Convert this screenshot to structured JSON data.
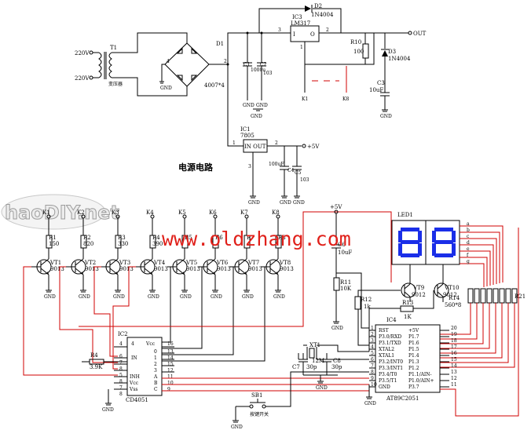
{
  "power_section": {
    "title": "电源电路",
    "ac_in_top": "220V",
    "ac_in_bottom": "220V",
    "transformer_ref": "T1",
    "transformer_name": "变压器",
    "bridge_ref": "D1",
    "bridge_part": "4007*4",
    "bridge_pin_2": "2",
    "bridge_pin_4": "4",
    "bridge_gnd": "GND",
    "c1": "C1",
    "c1_val": "1000u",
    "c2": "C2",
    "c2_val": "103",
    "diode_d2": "D2",
    "diode_d2_part": "1N4004",
    "reg_lm317_ref": "IC3",
    "reg_lm317_part": "LM317",
    "lm317_pin1": "1",
    "lm317_pin3": "3",
    "lm317_pin2": "2",
    "lm317_i": "I",
    "lm317_o": "O",
    "out_label": "OUT",
    "r10": "R10",
    "r10_val": "100",
    "diode_d3": "D3",
    "diode_d3_part": "1N4004",
    "c3": "C3",
    "c3_val": "10uF",
    "k1": "K1",
    "k8": "K8",
    "gnd_labels": [
      "GND",
      "GND",
      "GND",
      "GND"
    ],
    "ic1_ref": "IC1",
    "ic1_part": "7805",
    "ic1_in_out": "IN OUT",
    "ic1_pin1": "1",
    "ic1_pin2": "2",
    "ic1_pin3": "3",
    "plus5v": "+5V",
    "c4": "C4",
    "c4_val": "100uF",
    "c5": "C5",
    "c5_val": "103",
    "gnd_bottom": [
      "GND",
      "GND",
      "GND"
    ]
  },
  "watermark": {
    "logo": "haoDIY.net",
    "url": "www.oldzhang.com"
  },
  "relay_outputs": {
    "k_labels": [
      "K1",
      "K2",
      "K3",
      "K4",
      "K5",
      "K6",
      "K7",
      "K8"
    ],
    "r_labels": [
      "R1",
      "R2",
      "R3",
      "R4",
      "R5",
      "R6",
      "R7",
      "R8"
    ],
    "r_values": [
      "150",
      "820",
      "330",
      "390",
      "",
      "",
      "",
      ""
    ],
    "vt_labels": [
      "VT1",
      "VT2",
      "VT3",
      "VT4",
      "VT5",
      "VT6",
      "VT7",
      "VT8"
    ],
    "vt_part": "9013",
    "gnd": "GND"
  },
  "cd4051": {
    "ref": "IC2",
    "part": "CD4051",
    "left_pins": [
      "4",
      "6",
      "7",
      "8",
      "5",
      "8",
      "7",
      "8"
    ],
    "left_names": [
      "",
      "IN",
      "INH",
      "Vcc",
      "Vss"
    ],
    "right_pins": [
      "16",
      "13",
      "14",
      "15",
      "12",
      "11",
      "10",
      "9"
    ],
    "right_names": [
      "Vcc",
      "0",
      "1",
      "2",
      "3",
      "A",
      "B",
      "C"
    ],
    "r4": "R4",
    "r4_val": "3.9K",
    "gnd": "GND"
  },
  "mcu_section": {
    "plus5v": "+5V",
    "c6": "C6",
    "c6_val": "10uF",
    "r11": "R11",
    "r11_val": "10K",
    "r12": "R12",
    "r12_val": "1k",
    "r13": "R13",
    "r13_val": "1K",
    "vt9": "VT9",
    "vt9_part": "9012",
    "vt10": "VT10",
    "vt10_part": "9012",
    "led_ref": "LED1",
    "seg_letters": [
      "a",
      "b",
      "c",
      "d",
      "e",
      "f",
      "g"
    ],
    "r14": "R14",
    "r14_val": "560*8",
    "r21": "R21",
    "ic4_ref": "IC4",
    "ic4_part": "AT89C2051",
    "ic4_left": [
      "RST",
      "P3.0/RXD",
      "P3.1/TXD",
      "XTAL2",
      "XTAL1",
      "P3.2/INT0",
      "P3.3/INT1",
      "P3.4/T0",
      "P3.5/T1",
      "GND"
    ],
    "ic4_right": [
      "+5V",
      "P1.7",
      "P1.6",
      "P1.5",
      "P1.4",
      "P1.3",
      "P1.2",
      "P1.1/AIN-",
      "P1.0/AIN+",
      "P3.7"
    ],
    "ic4_left_pins": [
      "1",
      "2",
      "3",
      "4",
      "5",
      "6",
      "7",
      "8",
      "9",
      "10"
    ],
    "ic4_right_pins": [
      "20",
      "19",
      "18",
      "17",
      "16",
      "15",
      "14",
      "13",
      "12",
      "11"
    ],
    "xt1": "XT1",
    "xt1_val": "12M",
    "c7": "C7",
    "c7_val": "30p",
    "c8": "C8",
    "c8_val": "30p",
    "sb1": "SB1",
    "sb1_name": "按键开关",
    "gnd": "GND"
  },
  "colors": {
    "wire_black": "#000000",
    "wire_red": "#d00000",
    "segment_blue": "#1a2ee8",
    "watermark_red": "#e0201a"
  }
}
